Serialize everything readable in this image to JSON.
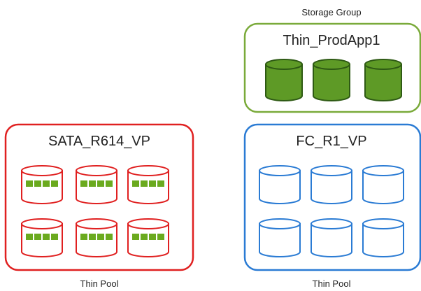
{
  "storage_group": {
    "caption": "Storage Group",
    "name": "Thin_ProdApp1",
    "disk_count": 3,
    "color": "#7aaa3a",
    "fill": "#5e9a26"
  },
  "thin_pools": [
    {
      "name": "SATA_R614_VP",
      "caption": "Thin Pool",
      "disk_count": 6,
      "color": "#e02020",
      "allocated_extent_color": "#6aaa1e",
      "extents_per_disk": 4
    },
    {
      "name": "FC_R1_VP",
      "caption": "Thin Pool",
      "disk_count": 6,
      "color": "#2a7bd4"
    }
  ]
}
